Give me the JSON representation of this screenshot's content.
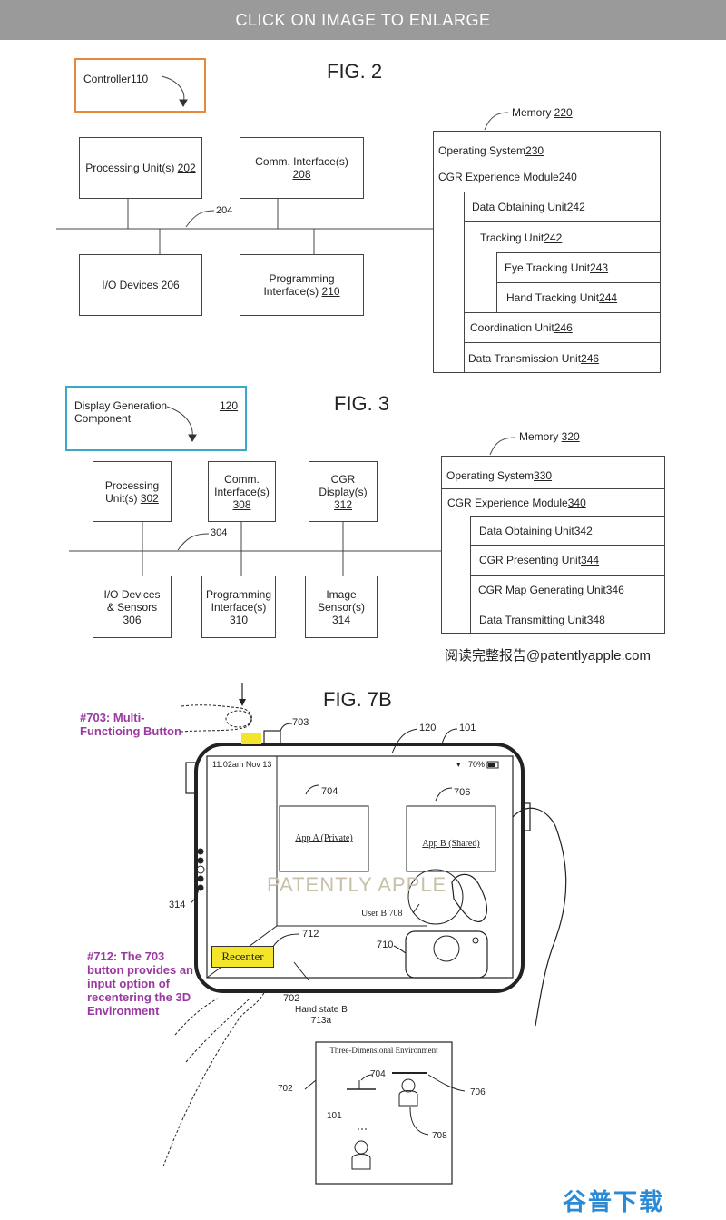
{
  "banner": {
    "label": "CLICK ON IMAGE TO ENLARGE"
  },
  "fig2": {
    "title": "FIG. 2",
    "callout": {
      "text": "Controller ",
      "num": "110"
    },
    "boxes": [
      {
        "text": "Processing Unit(s) ",
        "num": "202"
      },
      {
        "text": "Comm. Interface(s) ",
        "num": "208"
      },
      {
        "text": "I/O Devices ",
        "num": "206"
      },
      {
        "text": "Programming Interface(s) ",
        "num": "210"
      }
    ],
    "bus_label": "204",
    "memory_label": {
      "text": "Memory ",
      "num": "220"
    },
    "rows": [
      {
        "text": "Operating System ",
        "num": "230"
      },
      {
        "text": "CGR Experience Module ",
        "num": "240"
      },
      {
        "text": "Data Obtaining Unit ",
        "num": "242"
      },
      {
        "text": "Tracking Unit ",
        "num": "242"
      },
      {
        "text": "Eye Tracking Unit ",
        "num": "243"
      },
      {
        "text": "Hand Tracking Unit ",
        "num": "244"
      },
      {
        "text": "Coordination Unit ",
        "num": "246"
      },
      {
        "text": "Data Transmission Unit ",
        "num": "246"
      }
    ]
  },
  "fig3": {
    "title": "FIG. 3",
    "callout": {
      "text": "Display Generation Component ",
      "num": "120"
    },
    "boxes": [
      {
        "text": "Processing Unit(s) ",
        "num": "302"
      },
      {
        "text": "Comm. Interface(s) ",
        "num": "308"
      },
      {
        "text": "CGR Display(s) ",
        "num": "312"
      },
      {
        "text": "I/O Devices & Sensors ",
        "num": "306"
      },
      {
        "text": "Programming Interface(s) ",
        "num": "310"
      },
      {
        "text": "Image Sensor(s) ",
        "num": "314"
      }
    ],
    "bus_label": "304",
    "memory_label": {
      "text": "Memory ",
      "num": "320"
    },
    "rows": [
      {
        "text": "Operating System ",
        "num": "330"
      },
      {
        "text": "CGR Experience Module ",
        "num": "340"
      },
      {
        "text": "Data Obtaining Unit ",
        "num": "342"
      },
      {
        "text": "CGR Presenting Unit ",
        "num": "344"
      },
      {
        "text": "CGR Map Generating Unit ",
        "num": "346"
      },
      {
        "text": "Data Transmitting Unit ",
        "num": "348"
      }
    ],
    "source": "阅读完整报告@patentlyapple.com"
  },
  "fig7b": {
    "title": "FIG. 7B",
    "note_703": "#703: Multi-Functioing Button",
    "note_712": "#712: The 703 button provides an input option of recentering the 3D Environment",
    "status_time": "11:02am Nov 13",
    "status_battery": "70%",
    "app_a": "App A (Private)",
    "app_b": "App B (Shared)",
    "user_b": "User B 708",
    "watermark": "PATENTLY APPLE",
    "recenter": "Recenter",
    "refs": {
      "r703": "703",
      "r120": "120",
      "r101": "101",
      "r704": "704",
      "r706": "706",
      "r314": "314",
      "r712": "712",
      "r710": "710",
      "r702": "702"
    },
    "hand_state": "Hand state B",
    "hand_state_num": "713a",
    "env_title": "Three-Dimensional Environment",
    "env_refs": {
      "e702": "702",
      "e704": "704",
      "e706": "706",
      "e101": "101",
      "e708": "708"
    }
  },
  "footer_logo": "谷普下载",
  "colors": {
    "orange": "#e8893a",
    "cyan": "#3aa9c9",
    "purple": "#9a3aa0",
    "yellow": "#f3e62a",
    "banner": "#9a9a9a",
    "logo": "#2b8ad6"
  }
}
